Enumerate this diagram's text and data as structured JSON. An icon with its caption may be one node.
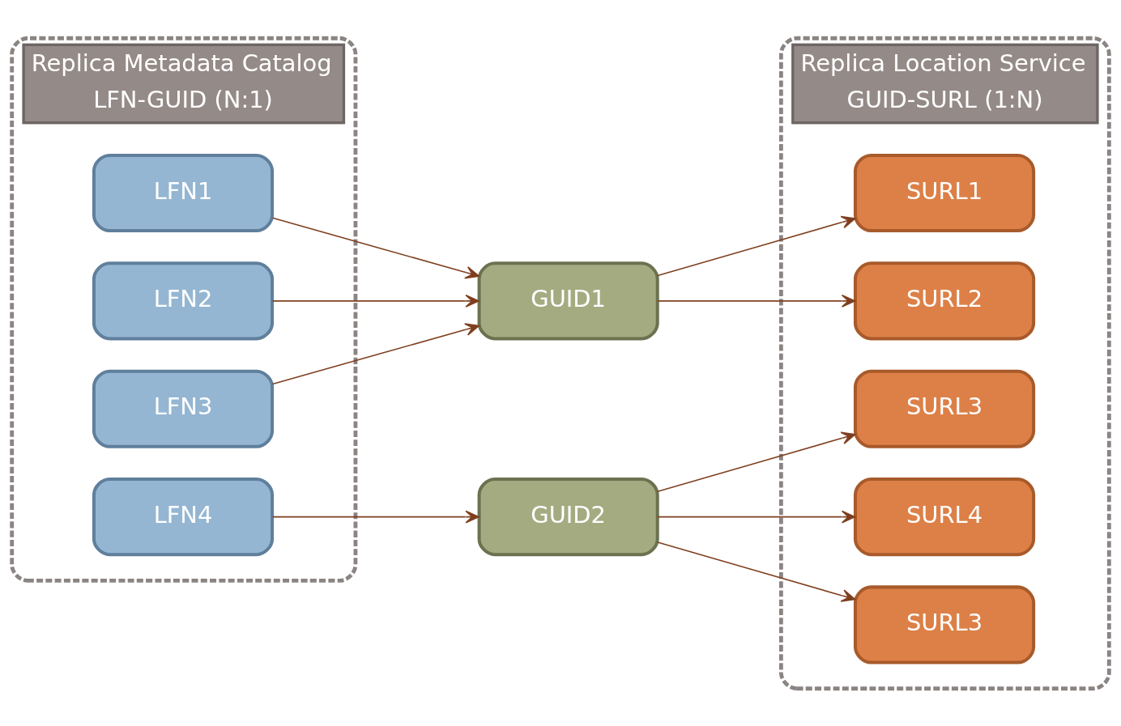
{
  "diagram": {
    "nodes": [
      {
        "text": [
          "Replica Metadata Catalog",
          "LFN-GUID (N:1)"
        ]
      },
      {
        "text": [
          "Replica Location Service",
          "GUID-SURL (1:N)"
        ]
      },
      {
        "text": [
          "LFN1"
        ],
        "in": 0
      },
      {
        "text": [
          "LFN2"
        ],
        "in": 0
      },
      {
        "text": [
          "LFN3"
        ],
        "in": 0
      },
      {
        "text": [
          "LFN4"
        ],
        "in": 0
      },
      {
        "text": [
          "GUID1"
        ]
      },
      {
        "text": [
          "GUID2"
        ]
      },
      {
        "text": [
          "SURL1"
        ],
        "in": 1
      },
      {
        "text": [
          "SURL2"
        ],
        "in": 1
      },
      {
        "text": [
          "SURL3"
        ],
        "in": 1
      },
      {
        "text": [
          "SURL4"
        ],
        "in": 1
      },
      {
        "text": [
          "SURL3"
        ],
        "in": 1
      }
    ],
    "edges": [
      {
        "from": 2,
        "to": 6,
        "arrow": "to"
      },
      {
        "from": 3,
        "to": 6,
        "arrow": "to"
      },
      {
        "from": 4,
        "to": 6,
        "arrow": "to"
      },
      {
        "from": 5,
        "to": 7,
        "arrow": "to"
      },
      {
        "from": 6,
        "to": 8,
        "arrow": "to"
      },
      {
        "from": 6,
        "to": 9,
        "arrow": "to"
      },
      {
        "from": 7,
        "to": 10,
        "arrow": "to"
      },
      {
        "from": 7,
        "to": 11,
        "arrow": "to"
      },
      {
        "from": 7,
        "to": 12,
        "arrow": "to"
      }
    ]
  }
}
